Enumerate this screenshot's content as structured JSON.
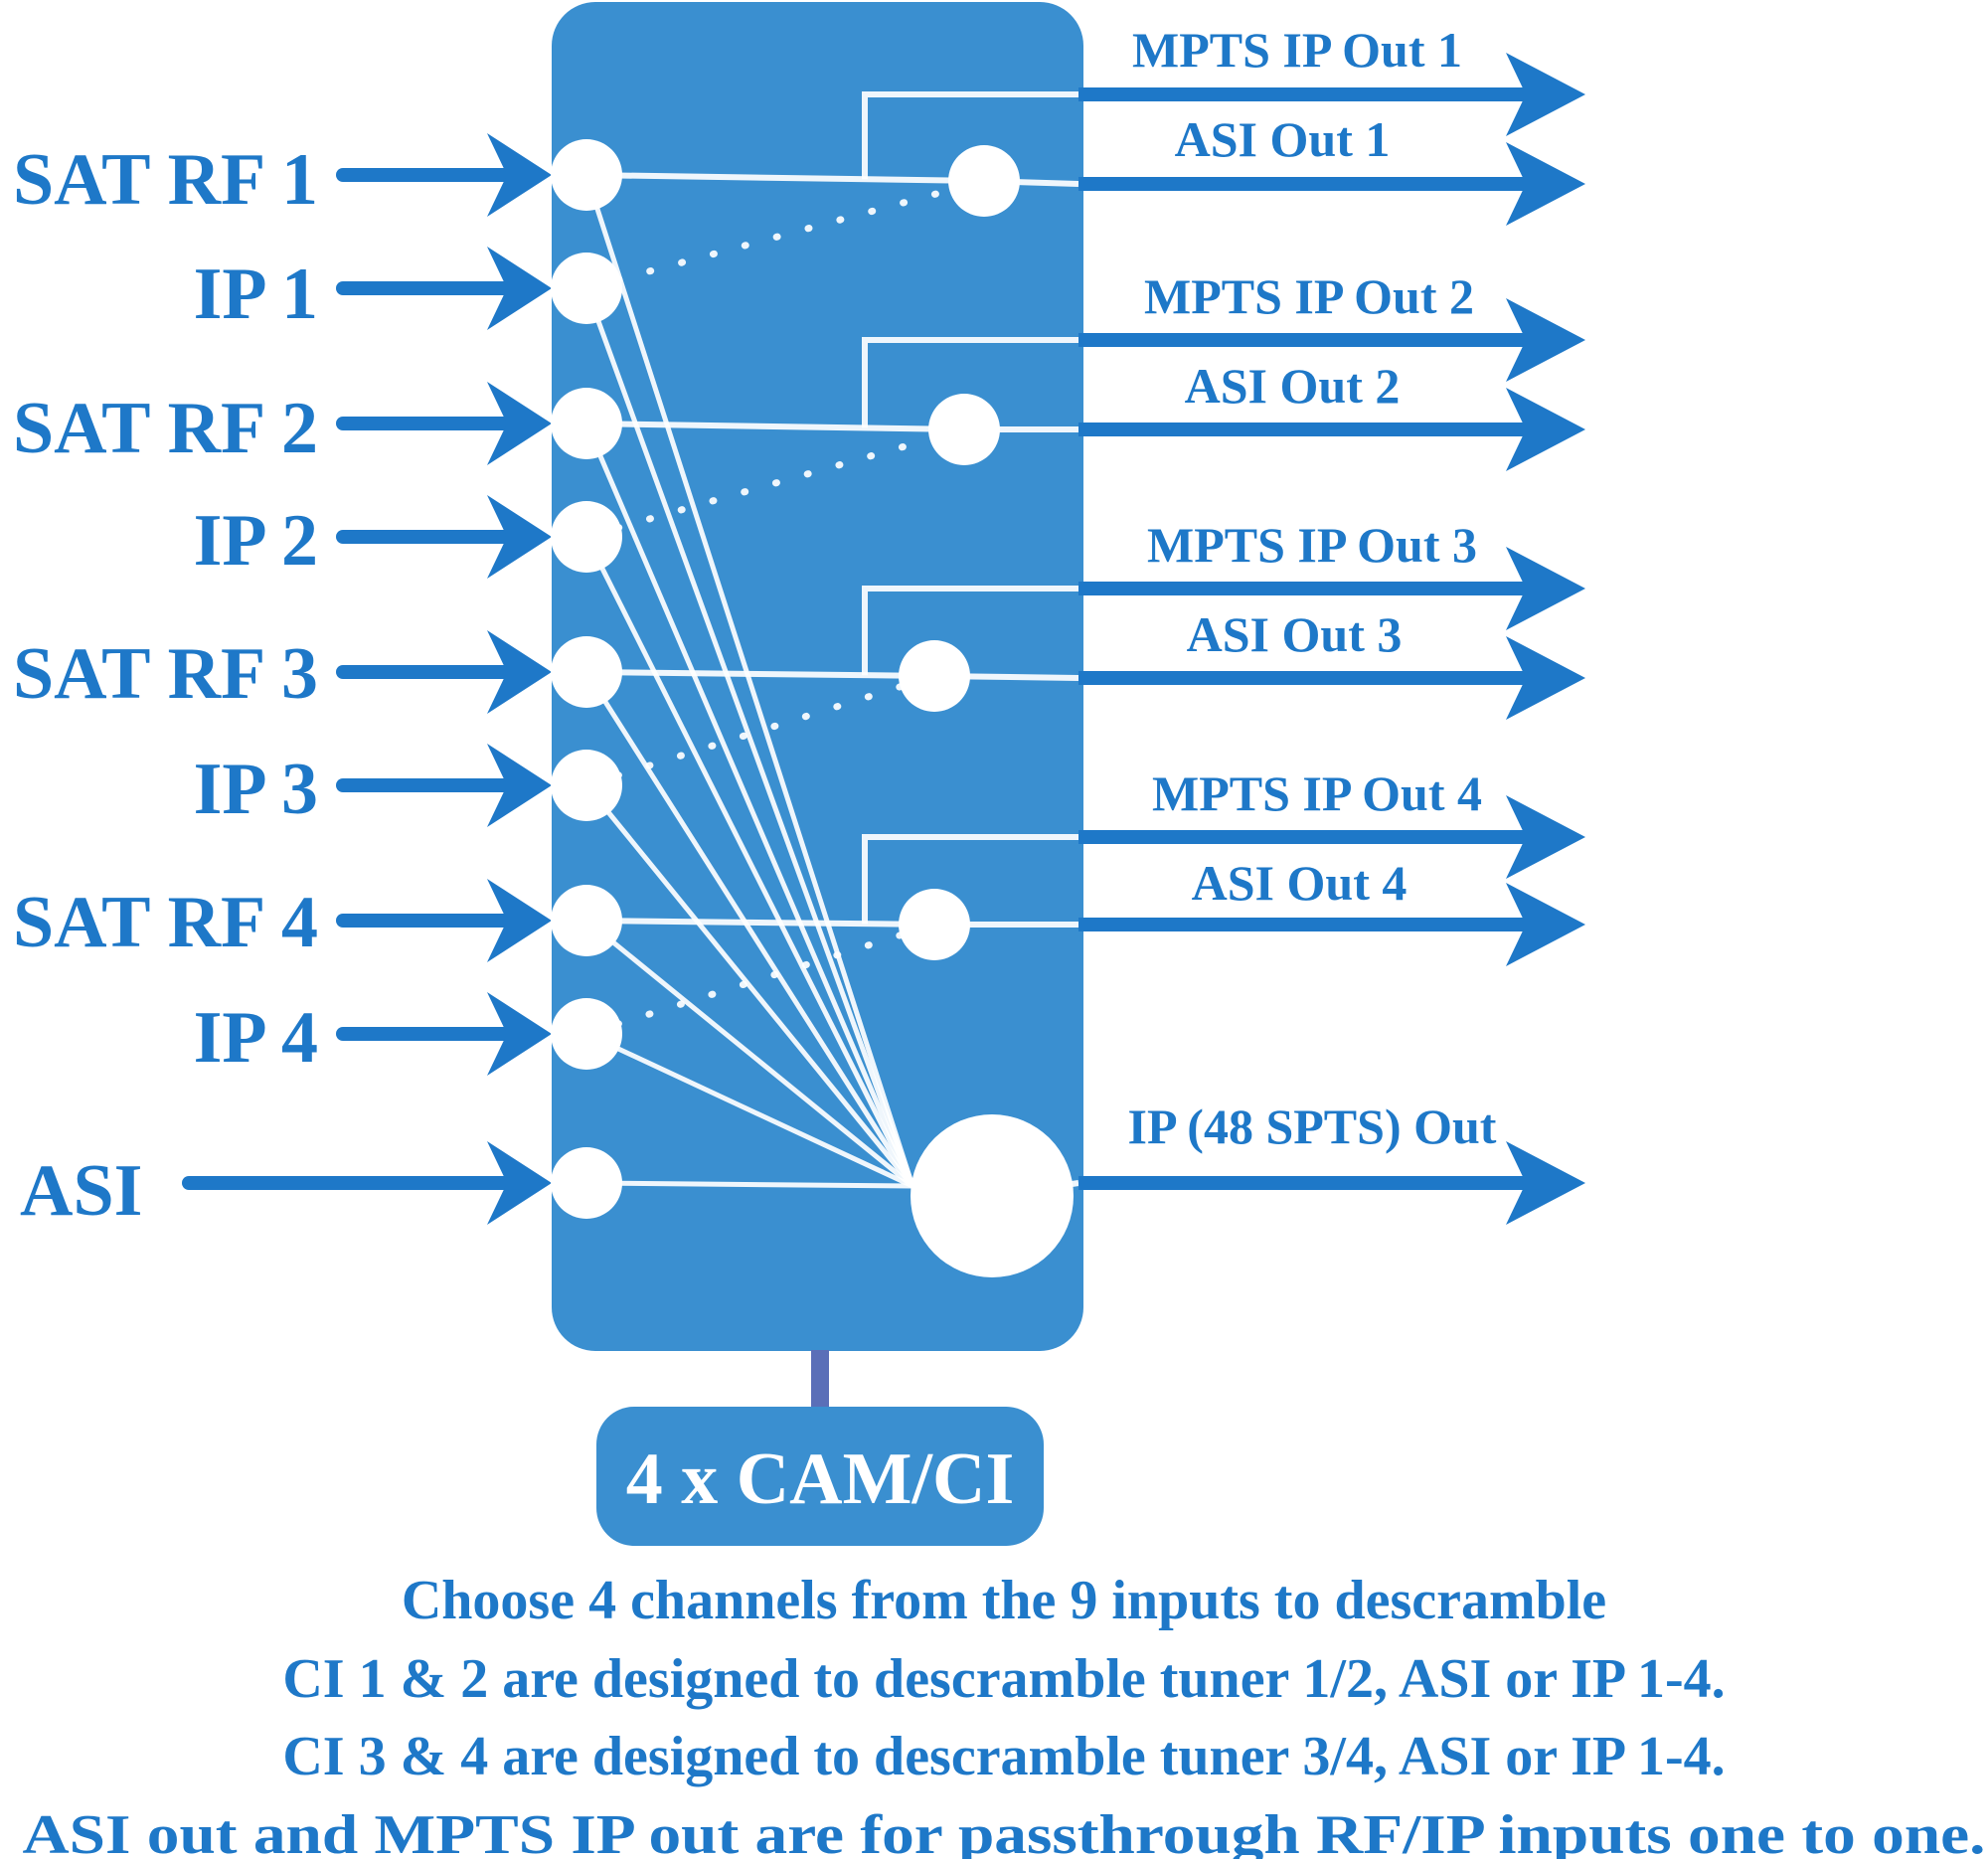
{
  "inputs": [
    {
      "label": "SAT RF 1"
    },
    {
      "label": "IP 1"
    },
    {
      "label": "SAT RF 2"
    },
    {
      "label": "IP 2"
    },
    {
      "label": "SAT RF 3"
    },
    {
      "label": "IP 3"
    },
    {
      "label": "SAT RF 4"
    },
    {
      "label": "IP 4"
    },
    {
      "label": "ASI"
    }
  ],
  "outputs": [
    {
      "mpts": "MPTS IP Out 1",
      "asi": "ASI Out 1"
    },
    {
      "mpts": "MPTS IP Out 2",
      "asi": "ASI Out 2"
    },
    {
      "mpts": "MPTS IP Out 3",
      "asi": "ASI Out 3"
    },
    {
      "mpts": "MPTS IP Out 4",
      "asi": "ASI Out 4"
    }
  ],
  "spts_out": "IP (48 SPTS) Out",
  "cam": "4 x CAM/CI",
  "notes": [
    "Choose 4 channels from the 9 inputs to descramble",
    "CI 1 & 2 are designed to descramble tuner 1/2,  ASI or IP 1-4.",
    "CI 3 & 4 are designed to descramble tuner 3/4,  ASI or IP 1-4.",
    "ASI out and MPTS IP out are for passthrough RF/IP inputs one to one."
  ],
  "colors": {
    "box": "#3a8fd0",
    "arrow": "#1e78c8",
    "text": "#1e78c8",
    "node": "#ffffff",
    "connector": "#5a6fb8"
  }
}
